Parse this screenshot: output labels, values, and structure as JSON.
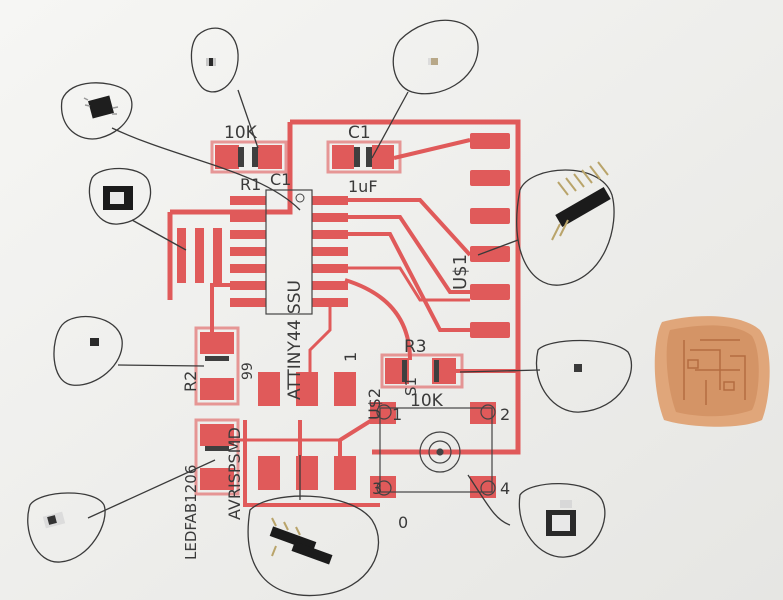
{
  "photo": {
    "subject": "printed PCB layout with sketched component annotations",
    "colors": {
      "paper": "#f2f2f0",
      "trace": "#e05a5a",
      "ink": "#3a3a3a",
      "copper_board": "#e0a67a"
    }
  },
  "labels": {
    "r1_value": "10K",
    "c1_ref": "C1",
    "r1_ref": "R1",
    "c1_tag": "C1",
    "c1_value": "1uF",
    "ic_name": "ATTINY44 SSU",
    "us1": "U$1",
    "r3_ref": "R3",
    "r3_value": "10K",
    "r2": "R2",
    "one": "1",
    "us2": "U$2",
    "s1": "S1",
    "pin1": "1",
    "pin2": "2",
    "pin3": "3",
    "pin4": "4",
    "zero": "0",
    "avrisp": "AVRISPSMD",
    "led": "LEDFAB1206",
    "pin9": "99"
  }
}
